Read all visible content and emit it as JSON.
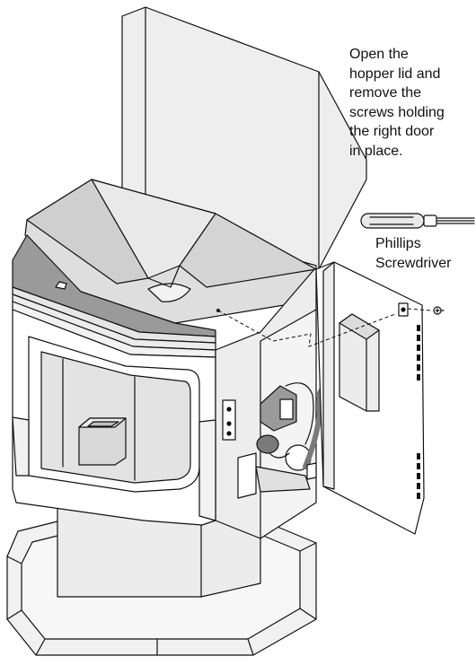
{
  "instruction_text": "Open the\nhopper lid and\nremove the\nscrews holding\nthe right door\nin place.",
  "tool": {
    "name_line1": "Phillips",
    "name_line2": "Screwdriver",
    "icon": "screwdriver-icon"
  },
  "colors": {
    "line": "#111111",
    "panel_light": "#ececec",
    "panel_mid": "#d9d9d9",
    "panel_dark": "#9a9a9a",
    "glass": "#e3e3e3",
    "hose": "#7a7a7a"
  }
}
